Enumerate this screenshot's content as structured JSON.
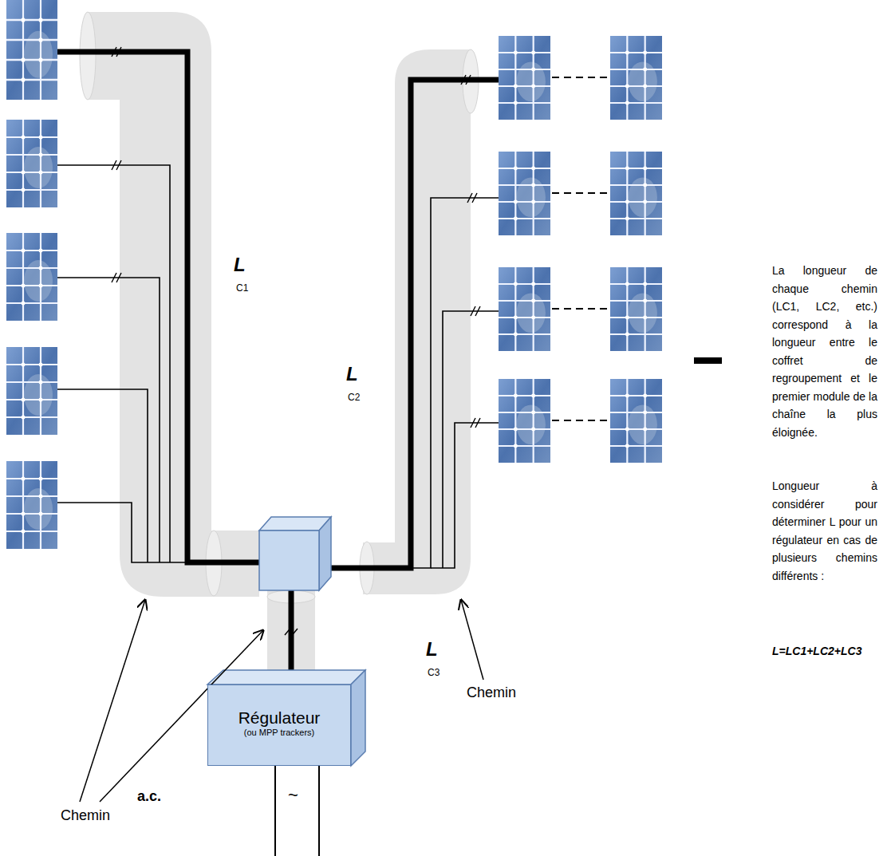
{
  "diagram": {
    "nodes": [
      {
        "text": [
          "Régulateur",
          "(ou MPP trackers)"
        ]
      }
    ],
    "labels": [
      "L",
      "C1",
      "L",
      "C2",
      "L",
      "C3",
      "Chemin",
      "Chemin",
      "a.c.",
      "~",
      "La longueur de chaque chemin (LC1, LC2, etc.) correspond à la longueur entre le coffret de regroupement et le premier module de la chaîne la plus éloignée.",
      "Longueur à considérer pour déterminer L pour un régulateur en cas de plusieurs chemins différents :",
      "L=LC1+LC2+LC3"
    ]
  }
}
